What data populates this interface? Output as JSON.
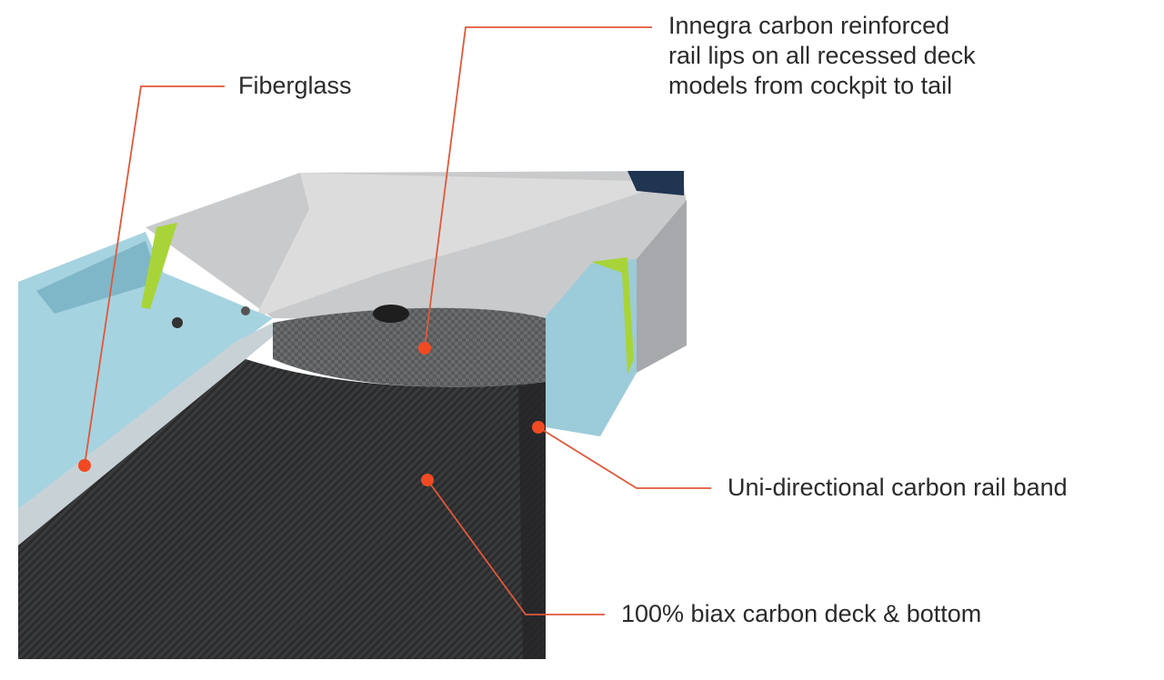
{
  "labels": {
    "fiberglass": "Fiberglass",
    "innegra": [
      "Innegra carbon reinforced",
      "rail lips on all recessed deck",
      "models from cockpit to tail"
    ],
    "uni_directional": "Uni-directional carbon rail band",
    "biax": "100% biax carbon deck & bottom"
  },
  "colors": {
    "callout": "#f04a23",
    "line": "#e0583a",
    "text": "#2b2b2b"
  }
}
